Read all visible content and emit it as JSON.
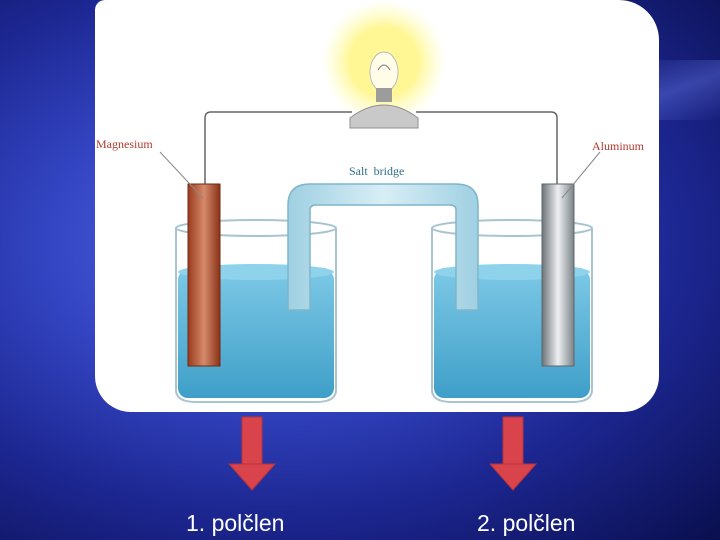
{
  "diagram": {
    "labels": {
      "anode": "Magnesium",
      "cathode": "Aluminum",
      "bridge": "Salt  bridge"
    }
  },
  "captions": {
    "half_cell_1": "1. polčlen",
    "half_cell_2": "2. polčlen"
  },
  "colors": {
    "background": "#2a3bb8",
    "solution": "#5bb5d8",
    "magnesium": "#b0492a",
    "aluminum": "#9aa3a8",
    "arrow": "#d9444c"
  }
}
